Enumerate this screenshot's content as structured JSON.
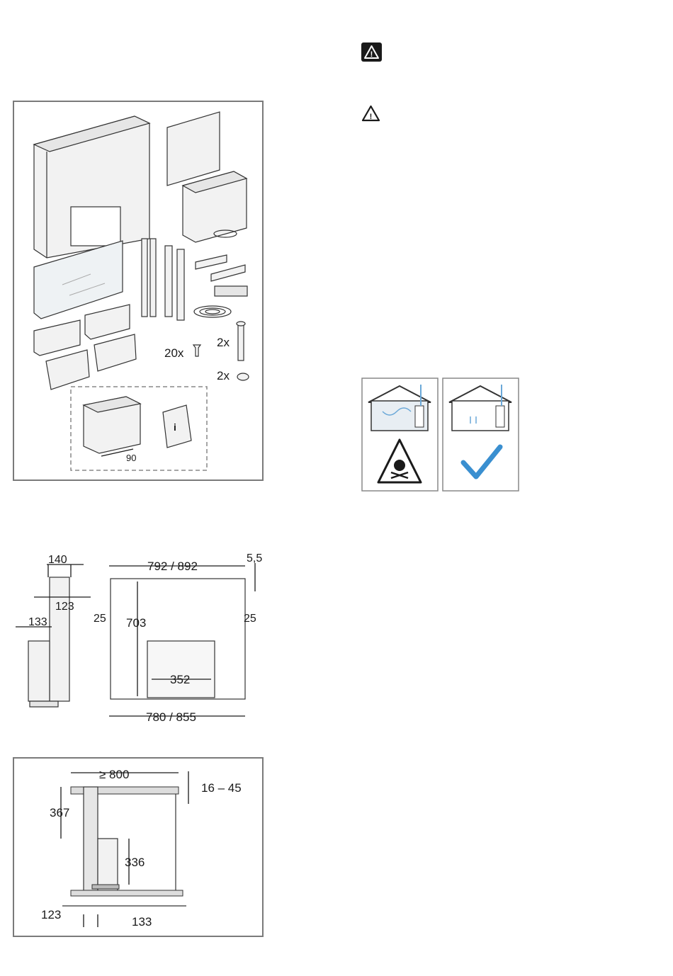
{
  "warning_icons": [
    {
      "name": "warning-icon-filled",
      "glyph": "!"
    },
    {
      "name": "warning-icon-outline",
      "glyph": "!"
    }
  ],
  "parts_figure": {
    "qty_screws": "20x",
    "qty_tube": "2x",
    "qty_cap": "2x",
    "dim_90": "90",
    "info_glyph": "i"
  },
  "dimension_figure": {
    "d140": "140",
    "d123": "123",
    "d133": "133",
    "d792_892": "792 / 892",
    "d5_5": "5,5",
    "d25_left": "25",
    "d25_right": "25",
    "d703": "703",
    "d352": "352",
    "d780_855": "780 / 855"
  },
  "install_figure": {
    "d800": "≥ 800",
    "d16_45": "16 – 45",
    "d367": "367",
    "d336": "336",
    "d123": "123",
    "d133": "133"
  },
  "ventilation_panels": [
    {
      "name": "danger-panel",
      "symbol": "skull-warning-icon"
    },
    {
      "name": "ok-panel",
      "symbol": "checkmark-icon",
      "color": "#3a8fd0"
    }
  ],
  "colors": {
    "frame": "#7a7a7a",
    "accent": "#3a8fd0",
    "airflow": "#6aa8d8"
  }
}
